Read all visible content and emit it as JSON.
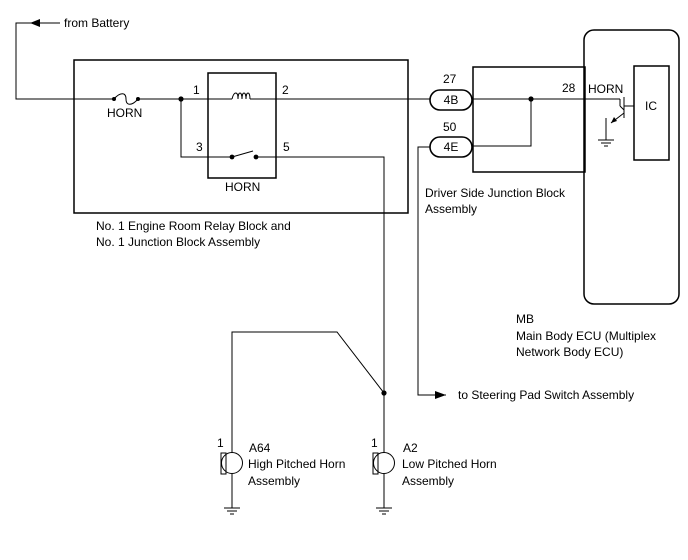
{
  "battery_label": "from Battery",
  "relay_block": {
    "line1": "No. 1 Engine Room Relay Block and",
    "line2": "No. 1 Junction Block Assembly",
    "fuse_label": "HORN",
    "relay_label": "HORN",
    "pins": {
      "p1": "1",
      "p2": "2",
      "p3": "3",
      "p5": "5"
    }
  },
  "driver_jb": {
    "line1": "Driver Side Junction Block",
    "line2": "Assembly",
    "pin_27": "27",
    "conn_4B": "4B",
    "pin_50": "50",
    "conn_4E": "4E"
  },
  "ecu": {
    "code": "MB",
    "line1": "Main Body ECU (Multiplex",
    "line2": "Network Body ECU)",
    "pin_28": "28",
    "horn_label": "HORN",
    "ic_label": "IC"
  },
  "steering_label": "to Steering Pad Switch Assembly",
  "horns": [
    {
      "pin": "1",
      "code": "A64",
      "name1": "High Pitched Horn",
      "name2": "Assembly"
    },
    {
      "pin": "1",
      "code": "A2",
      "name1": "Low Pitched Horn",
      "name2": "Assembly"
    }
  ]
}
